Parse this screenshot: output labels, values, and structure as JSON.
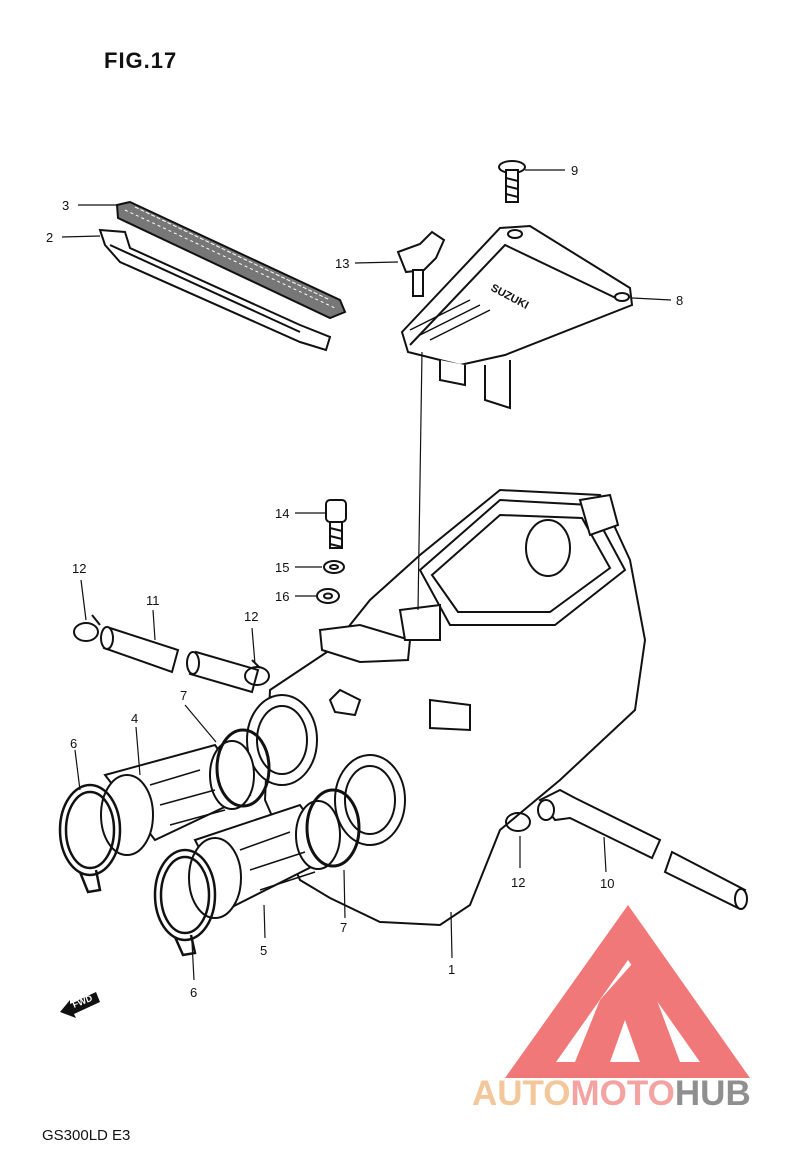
{
  "figure": {
    "title": "FIG.17",
    "model_code": "GS300LD E3",
    "forward_arrow_label": "FWD",
    "cover_stamp": "SUZUKI"
  },
  "watermark": {
    "part1": "AUTO",
    "part2": "MOTO",
    "part3": "HUB",
    "colors": {
      "auto": "#f4c79a",
      "moto": "#f4a3a3",
      "hub": "#8f8f8f",
      "logo": "#f06a6a"
    }
  },
  "callouts": [
    "1",
    "2",
    "3",
    "4",
    "5",
    "6",
    "6",
    "7",
    "7",
    "8",
    "9",
    "10",
    "11",
    "12",
    "12",
    "12",
    "13",
    "14",
    "15",
    "16"
  ]
}
